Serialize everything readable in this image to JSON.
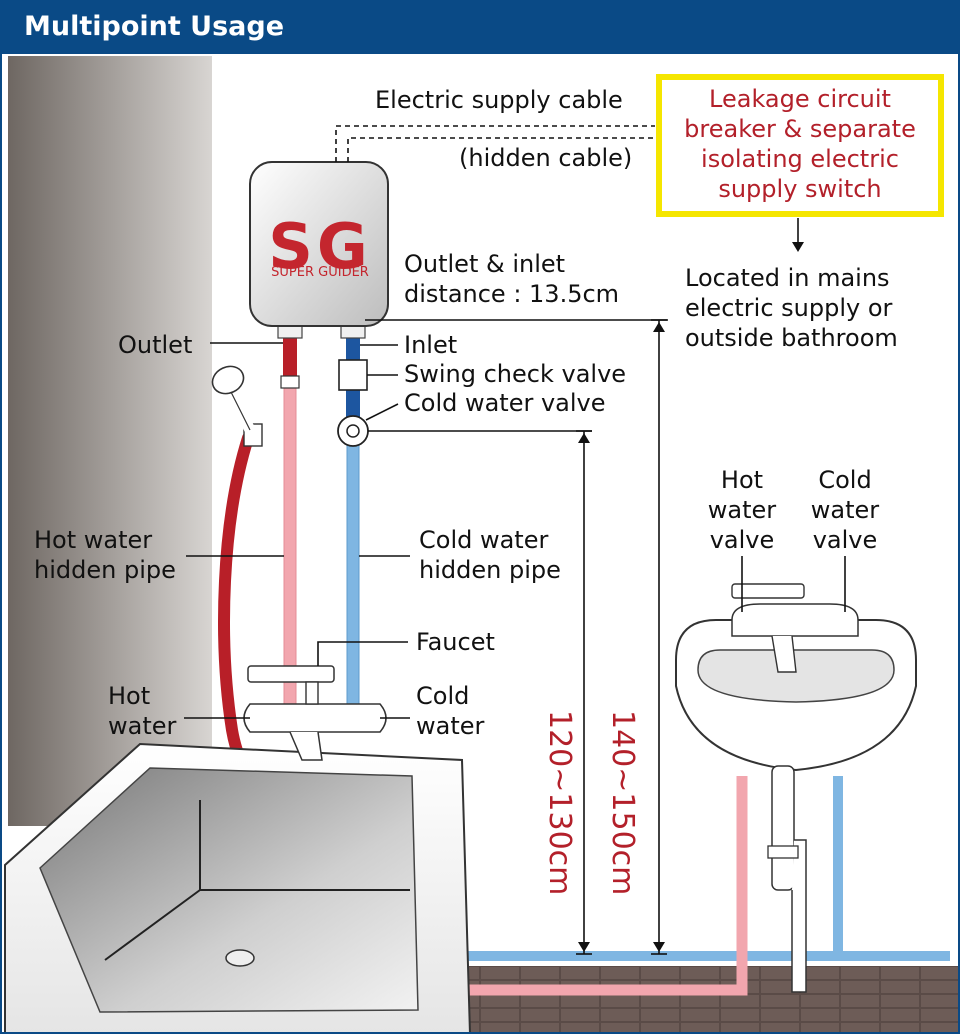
{
  "title": "Multipoint Usage",
  "colors": {
    "header": "#0a4a86",
    "hot_pipe": "#f2a6ae",
    "cold_pipe": "#7fb6e2",
    "hose": "#b81f28",
    "callout_border": "#f5e600",
    "callout_text": "#b3202a",
    "measurement_text": "#b3202a"
  },
  "heater": {
    "brand_mark": "SG",
    "brand_name": "SUPER GUIDER"
  },
  "labels": {
    "electric_supply_cable": "Electric supply cable",
    "hidden_cable": "(hidden cable)",
    "outlet_inlet_line1": "Outlet & inlet",
    "outlet_inlet_line2": "distance : 13.5cm",
    "outlet": "Outlet",
    "inlet": "Inlet",
    "swing_check_valve": "Swing check valve",
    "cold_water_valve": "Cold water valve",
    "hot_water_hidden_pipe_line1": "Hot water",
    "hot_water_hidden_pipe_line2": "hidden pipe",
    "cold_water_hidden_pipe_line1": "Cold water",
    "cold_water_hidden_pipe_line2": "hidden pipe",
    "faucet": "Faucet",
    "hot_water_line1": "Hot",
    "hot_water_line2": "water",
    "cold_water_line1": "Cold",
    "cold_water_line2": "water",
    "basin_hot_line1": "Hot",
    "basin_hot_line2": "water",
    "basin_hot_line3": "valve",
    "basin_cold_line1": "Cold",
    "basin_cold_line2": "water",
    "basin_cold_line3": "valve",
    "located_line1": "Located in mains",
    "located_line2": "electric supply or",
    "located_line3": "outside bathroom"
  },
  "callout": {
    "line1": "Leakage circuit",
    "line2": "breaker & separate",
    "line3": "isolating electric",
    "line4": "supply switch"
  },
  "measurements": {
    "valve_height": "120~130cm",
    "heater_height": "140~150cm"
  }
}
